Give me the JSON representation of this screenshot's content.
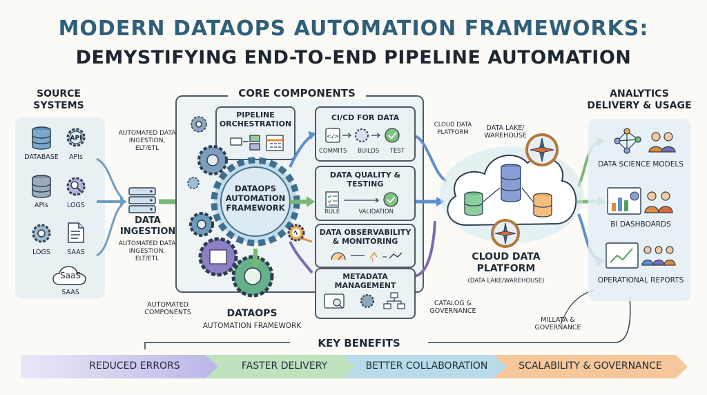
{
  "title": {
    "line1": "MODERN DATAOPS AUTOMATION FRAMEWORKS:",
    "line2": "DEMYSTIFYING END-TO-END PIPELINE AUTOMATION"
  },
  "sources": {
    "header": "SOURCE SYSTEMS",
    "items": [
      "DATABASE",
      "APIs",
      "APIs",
      "LOGS",
      "LOGS",
      "SAAS",
      "SAAS"
    ],
    "saas_badge": "SaaS"
  },
  "ingestion": {
    "top_note": "AUTOMATED DATA INGESTION, ELT/ETL",
    "label": "DATA INGESTION",
    "bottom_note": "AUTOMATED DATA INGESTION, ELT/ETL"
  },
  "core": {
    "header": "CORE COMPONENTS",
    "pipeline": "PIPELINE ORCHESTRATION",
    "framework_gear": "DATAOPS AUTOMATION FRAMEWORK",
    "automated_components": "AUTOMATED COMPONENTS",
    "footer_title": "DATAOPS",
    "footer_sub": "AUTOMATION FRAMEWORK"
  },
  "components": {
    "cicd": {
      "title": "CI/CD FOR DATA",
      "steps": [
        "COMMITS",
        "BUILDS",
        "TEST"
      ]
    },
    "quality": {
      "title": "DATA QUALITY & TESTING",
      "steps": [
        "RULE",
        "VALIDATION"
      ]
    },
    "observability": {
      "title": "DATA OBSERVABILITY & MONITORING"
    },
    "metadata": {
      "title": "METADATA MANAGEMENT"
    }
  },
  "cloud": {
    "note_left": "CLOUD DATA PLATFORM",
    "note_right": "DATA LAKE/ WAREHOUSE",
    "title": "CLOUD DATA PLATFORM",
    "subtitle": "(DATA LAKE/WAREHOUSE)",
    "catalog": "CATALOG & GOVERNANCE",
    "millata": "MILLATA & GOVERNANCE"
  },
  "analytics": {
    "header": "ANALYTICS DELIVERY & USAGE",
    "items": [
      "DATA SCIENCE MODELS",
      "BI DASHBOARDS",
      "OPERATIONAL REPORTS"
    ]
  },
  "benefits": {
    "header": "KEY BENEFITS",
    "items": [
      {
        "label": "REDUCED ERRORS",
        "color": "#b9b6e6"
      },
      {
        "label": "FASTER DELIVERY",
        "color": "#bfe1bd"
      },
      {
        "label": "BETTER COLLABORATION",
        "color": "#b8dbe9"
      },
      {
        "label": "SCALABILITY & GOVERNANCE",
        "color": "#f6c79a"
      }
    ]
  },
  "colors": {
    "teal": "#4d8fa6",
    "green": "#4fa35c",
    "purple": "#7b6bb0",
    "orange": "#e08a3a",
    "blue": "#5d8fd0"
  }
}
